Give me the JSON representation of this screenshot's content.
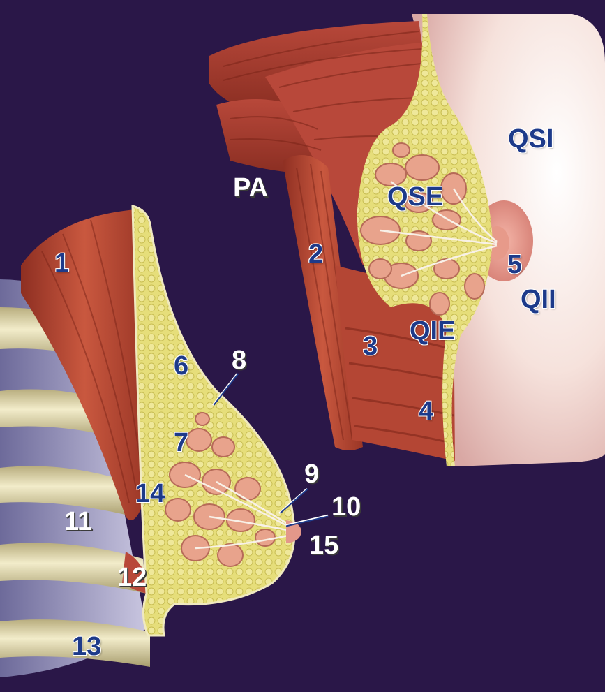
{
  "labels": {
    "n1": "1",
    "n2": "2",
    "n3": "3",
    "n4": "4",
    "n5": "5",
    "n6": "6",
    "n7": "7",
    "n8": "8",
    "n9": "9",
    "n10": "10",
    "n11": "11",
    "n12": "12",
    "n13": "13",
    "n14": "14",
    "n15": "15",
    "pa": "PA",
    "qsi": "QSI",
    "qse": "QSE",
    "qii": "QII",
    "qie": "QIE"
  },
  "colors": {
    "background": "#2a1748",
    "muscle": "#c0503a",
    "fat": "#e6de7a",
    "gland": "#e8a38c",
    "skin": "#f2d3cc",
    "rib": "#e8e0b8",
    "label_blue": "#1d3a8a",
    "label_white": "#ffffff"
  }
}
